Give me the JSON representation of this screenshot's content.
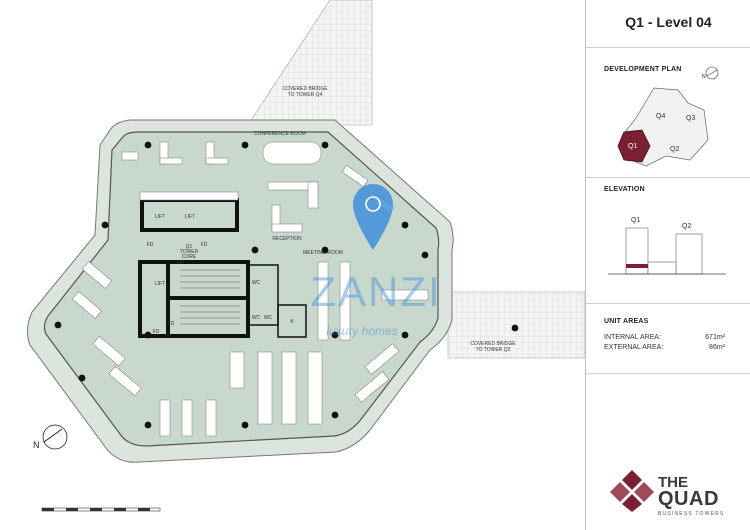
{
  "plan": {
    "labels": {
      "bridge_q4": [
        "COVERED BRIDGE",
        "TO TOWER Q4"
      ],
      "bridge_q2": [
        "COVERED BRIDGE",
        "TO TOWER Q2"
      ],
      "conference": "CONFERENCE ROOM",
      "reception": "RECEPTION",
      "meeting": "MEETING ROOM",
      "lift": "LIFT",
      "core": [
        "Q1",
        "TOWER",
        "CORE"
      ],
      "fd": "FD",
      "wc": "WC",
      "k": "K",
      "north": "N"
    },
    "watermark": {
      "brand": "ZANZI",
      "tagline": "luxury homes"
    },
    "colors": {
      "floor": "#c9d8cc",
      "outer": "#dfe6e0",
      "wall": "#1a1a1a",
      "pin": "#3f8fd9"
    }
  },
  "panel": {
    "title": "Q1 - Level 04",
    "development_plan": {
      "heading": "DEVELOPMENT PLAN",
      "towers": [
        "Q4",
        "Q3",
        "Q2",
        "Q1"
      ],
      "highlight": "Q1",
      "north": "N"
    },
    "elevation": {
      "heading": "ELEVATION",
      "labels": [
        "Q1",
        "Q2"
      ]
    },
    "unit_areas": {
      "heading": "UNIT AREAS",
      "rows": [
        {
          "label": "INTERNAL AREA:",
          "value": "671m²"
        },
        {
          "label": "EXTERNAL AREA:",
          "value": "86m²"
        }
      ]
    },
    "logo": {
      "line1": "THE",
      "line2": "QUAD",
      "line3": "BUSINESS TOWERS",
      "color": "#8c2a3a"
    }
  }
}
